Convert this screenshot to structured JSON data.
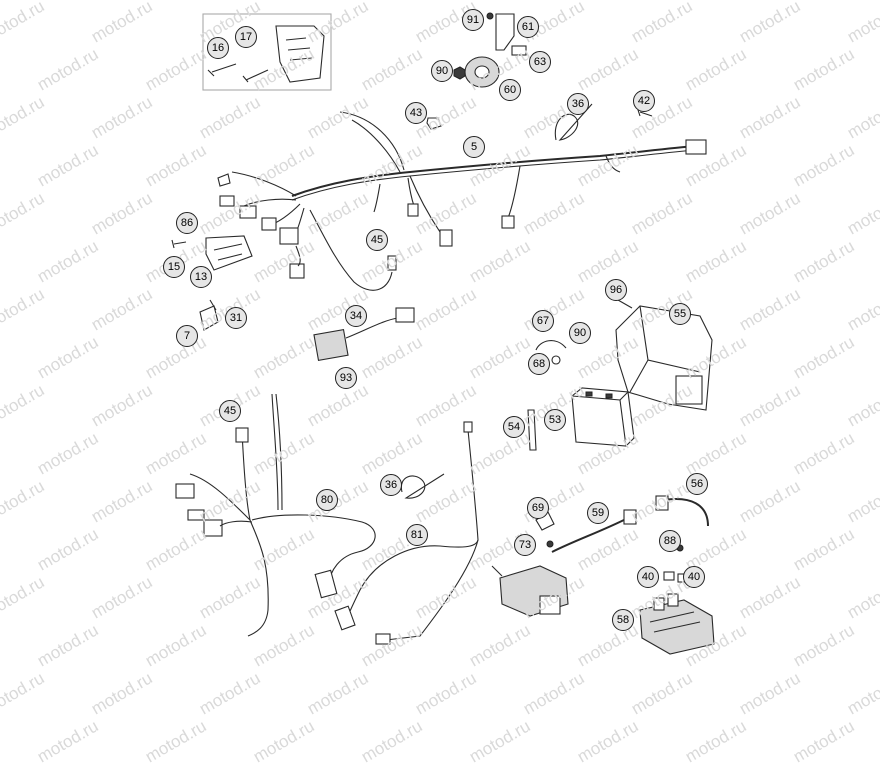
{
  "watermark": {
    "text": "motod.ru"
  },
  "callouts": [
    "16",
    "17",
    "91",
    "61",
    "63",
    "90",
    "60",
    "43",
    "36",
    "42",
    "5",
    "86",
    "15",
    "13",
    "45",
    "7",
    "31",
    "34",
    "93",
    "96",
    "55",
    "67",
    "90",
    "68",
    "53",
    "54",
    "45",
    "36",
    "80",
    "81",
    "69",
    "59",
    "56",
    "73",
    "88",
    "40",
    "40",
    "58"
  ]
}
